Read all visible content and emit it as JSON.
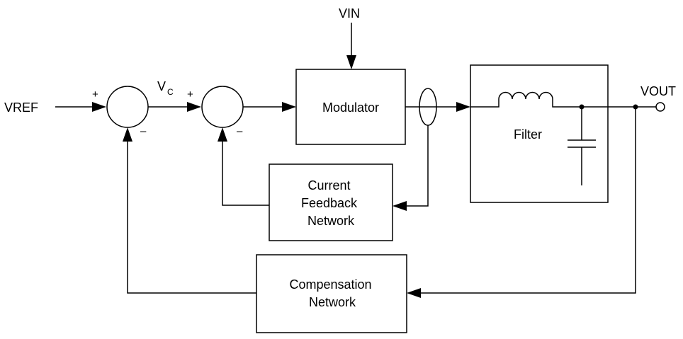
{
  "labels": {
    "vin": "VIN",
    "vref": "VREF",
    "vout": "VOUT",
    "vc_main": "V",
    "vc_sub": "C",
    "plus": "+",
    "minus": "–"
  },
  "blocks": {
    "modulator": [
      "Modulator"
    ],
    "filter": [
      "Filter"
    ],
    "current_feedback": [
      "Current",
      "Feedback",
      "Network"
    ],
    "compensation": [
      "Compensation",
      "Network"
    ]
  },
  "colors": {
    "stroke": "#000000",
    "background": "#ffffff"
  }
}
